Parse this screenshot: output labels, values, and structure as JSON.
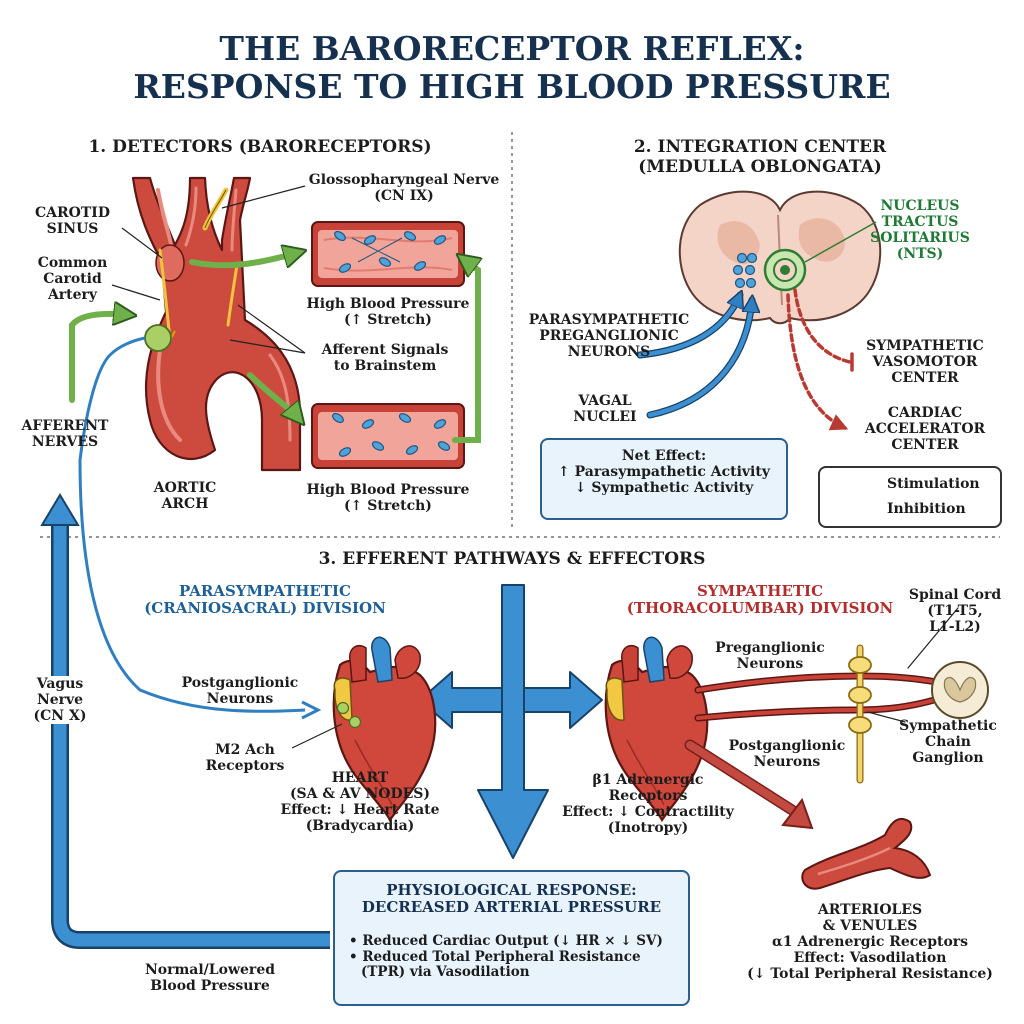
{
  "title": {
    "line1": "THE BARORECEPTOR REFLEX:",
    "line2": "RESPONSE TO HIGH BLOOD PRESSURE"
  },
  "detectors": {
    "heading": "1. DETECTORS (BARORECEPTORS)",
    "carotid_sinus": [
      "CAROTID",
      "SINUS"
    ],
    "common_carotid": [
      "Common",
      "Carotid",
      "Artery"
    ],
    "glossopharyngeal": [
      "Glossopharyngeal Nerve",
      "(CN IX)"
    ],
    "high_bp_1": [
      "High Blood Pressure",
      "(↑ Stretch)"
    ],
    "afferent_signals": [
      "Afferent Signals",
      "to Brainstem"
    ],
    "high_bp_2": [
      "High Blood Pressure",
      "(↑ Stretch)"
    ],
    "aortic_arch": [
      "AORTIC",
      "ARCH"
    ],
    "afferent_nerves": [
      "AFFERENT",
      "NERVES"
    ]
  },
  "integration": {
    "heading": [
      "2. INTEGRATION CENTER",
      "(MEDULLA OBLONGATA)"
    ],
    "nts": [
      "NUCLEUS",
      "TRACTUS",
      "SOLITARIUS",
      "(NTS)"
    ],
    "parasym_neurons": [
      "PARASYMPATHETIC",
      "PREGANGLIONIC",
      "NEURONS"
    ],
    "vagal_nuclei": [
      "VAGAL",
      "NUCLEI"
    ],
    "sym_vasomotor": [
      "SYMPATHETIC",
      "VASOMOTOR",
      "CENTER"
    ],
    "cardiac_accel": [
      "CARDIAC",
      "ACCELERATOR",
      "CENTER"
    ],
    "net_effect": [
      "Net Effect:",
      "↑ Parasympathetic Activity",
      "↓ Sympathetic Activity"
    ],
    "legend": {
      "stimulation": "Stimulation",
      "inhibition": "Inhibition"
    }
  },
  "efferent": {
    "heading": "3. EFFERENT PATHWAYS & EFFECTORS",
    "parasym_division": [
      "PARASYMPATHETIC",
      "(CRANIOSACRAL) DIVISION"
    ],
    "sym_division": [
      "SYMPATHETIC",
      "(THORACOLUMBAR) DIVISION"
    ],
    "spinal_cord": [
      "Spinal Cord",
      "(T1-T5,",
      "L1-L2)"
    ],
    "post_left": [
      "Postganglionic",
      "Neurons"
    ],
    "m2": [
      "M2 Ach",
      "Receptors"
    ],
    "heart_left": [
      "HEART",
      "(SA & AV NODES)",
      "Effect: ↓ Heart Rate",
      "(Bradycardia)"
    ],
    "pregang": [
      "Preganglionic",
      "Neurons"
    ],
    "post_right": [
      "Postganglionic",
      "Neurons"
    ],
    "chain": [
      "Sympathetic",
      "Chain",
      "Ganglion"
    ],
    "beta1": [
      "β1 Adrenergic",
      "Receptors",
      "Effect: ↓ Contractility",
      "(Inotropy)"
    ],
    "vagus": [
      "Vagus",
      "Nerve",
      "(CN X)"
    ],
    "response": {
      "title": [
        "PHYSIOLOGICAL RESPONSE:",
        "DECREASED ARTERIAL PRESSURE"
      ],
      "bullets": [
        "• Reduced Cardiac Output (↓ HR × ↓ SV)",
        "• Reduced Total Peripheral Resistance",
        "(TPR) via Vasodilation"
      ]
    },
    "normal_bp": [
      "Normal/Lowered",
      "Blood Pressure"
    ],
    "arterioles": [
      "ARTERIOLES",
      "& VENULES",
      "α1 Adrenergic Receptors",
      "Effect: Vasodilation",
      "(↓ Total Peripheral Resistance)"
    ]
  },
  "colors": {
    "navy": "#16304f",
    "artery": "#c9443a",
    "stimulation_blue": "#2f7fc1",
    "inhibition_red": "#b83a32",
    "afferent_green": "#6fb04a",
    "box_fill": "#e8f3fb"
  }
}
